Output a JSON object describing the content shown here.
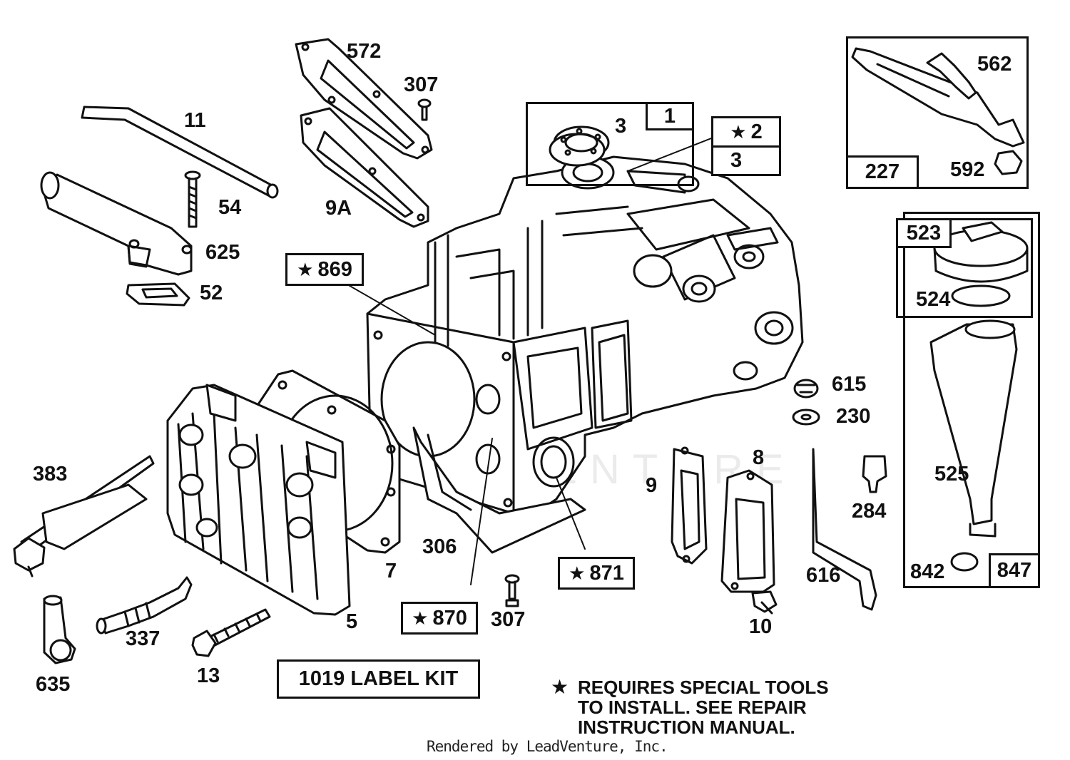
{
  "parts": {
    "p11": "11",
    "p54": "54",
    "p625": "625",
    "p52": "52",
    "p572": "572",
    "p307a": "307",
    "p9A": "9A",
    "p3a": "3",
    "p1": "1",
    "p2": "2",
    "p3b": "3",
    "p562": "562",
    "p227": "227",
    "p592": "592",
    "p523": "523",
    "p524": "524",
    "p525": "525",
    "p842": "842",
    "p847": "847",
    "p869": "869",
    "p383": "383",
    "p5": "5",
    "p7": "7",
    "p306": "306",
    "p870": "870",
    "p307b": "307",
    "p871": "871",
    "p615": "615",
    "p230": "230",
    "p284": "284",
    "p616": "616",
    "p9": "9",
    "p8": "8",
    "p10": "10",
    "p337": "337",
    "p13": "13",
    "p635": "635"
  },
  "label_kit": "1019 LABEL KIT",
  "note": {
    "star": "★",
    "line1": "REQUIRES SPECIAL TOOLS",
    "line2": "TO INSTALL.  SEE REPAIR",
    "line3": "INSTRUCTION MANUAL."
  },
  "star_symbol": "★",
  "watermark": "LEADVENTURE",
  "footer": "Rendered by LeadVenture, Inc."
}
